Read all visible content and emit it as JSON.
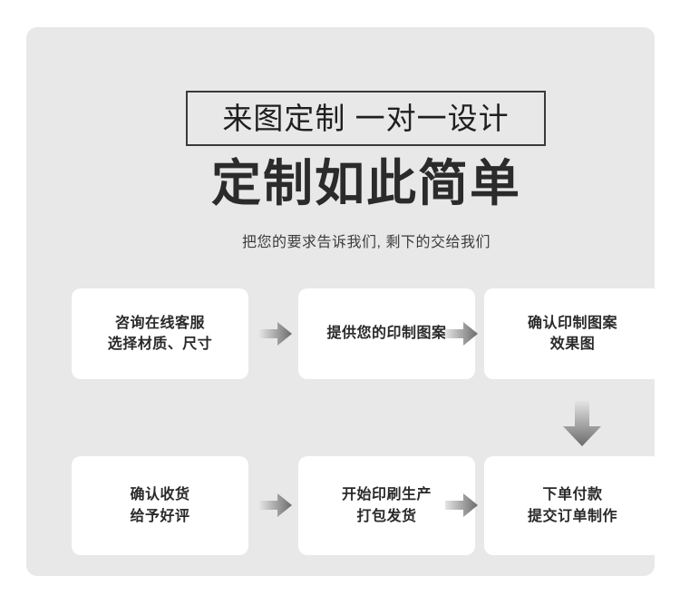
{
  "panel": {
    "background_color": "#e8e8e8",
    "page_background": "#ffffff"
  },
  "header": {
    "boxed_tagline": "来图定制 一对一设计",
    "title": "定制如此简单",
    "subtitle": "把您的要求告诉我们, 剩下的交给我们",
    "border_color": "#3a3a3a",
    "title_color": "#2b2b2b"
  },
  "flow": {
    "card_background": "#ffffff",
    "text_color": "#2a2a2a",
    "arrow_gradient_from": "#e2e2e2",
    "arrow_gradient_to": "#6d6d6d",
    "steps": [
      {
        "id": "step-1",
        "line1": "咨询在线客服",
        "line2": "选择材质、尺寸"
      },
      {
        "id": "step-2",
        "line1": "提供您的印制图案",
        "line2": ""
      },
      {
        "id": "step-3",
        "line1": "确认印制图案",
        "line2": "效果图"
      },
      {
        "id": "step-4",
        "line1": "确认收货",
        "line2": "给予好评"
      },
      {
        "id": "step-5",
        "line1": "开始印刷生产",
        "line2": "打包发货"
      },
      {
        "id": "step-6",
        "line1": "下单付款",
        "line2": "提交订单制作"
      }
    ],
    "step_text": {
      "s1": "咨询在线客服\n选择材质、尺寸",
      "s2": "提供您的印制图案",
      "s3": "确认印制图案\n效果图",
      "s4": "确认收货\n给予好评",
      "s5": "开始印刷生产\n打包发货",
      "s6": "下单付款\n提交订单制作"
    },
    "connectors": [
      {
        "id": "connector-1",
        "direction": "right",
        "from": "step-1",
        "to": "step-2"
      },
      {
        "id": "connector-2",
        "direction": "right",
        "from": "step-2",
        "to": "step-3"
      },
      {
        "id": "connector-3",
        "direction": "down",
        "from": "step-3",
        "to": "step-6"
      },
      {
        "id": "connector-4",
        "direction": "right",
        "from": "step-6",
        "to": "step-5"
      },
      {
        "id": "connector-5",
        "direction": "right",
        "from": "step-5",
        "to": "step-4"
      }
    ]
  }
}
